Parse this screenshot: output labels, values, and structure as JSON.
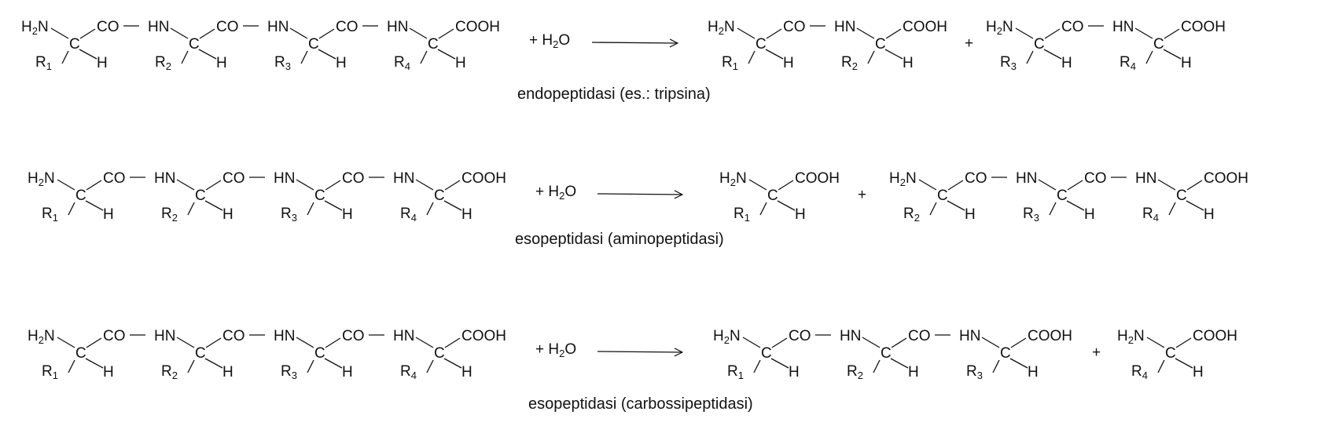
{
  "atoms": {
    "h": "H",
    "n": "N",
    "h2n_H": "H",
    "h2n_2": "2",
    "h2n_N": "N",
    "c": "C",
    "co": "CO",
    "hn": "HN",
    "cooh": "COOH",
    "r": "R"
  },
  "operators": {
    "plus": "+",
    "water_plus": "+ H",
    "water_2": "2",
    "water_O": "O"
  },
  "reactions": [
    {
      "caption": "endopeptidasi (es.: tripsina)",
      "substrate": [
        "1",
        "2",
        "3",
        "4"
      ],
      "products": [
        [
          "1",
          "2"
        ],
        [
          "3",
          "4"
        ]
      ]
    },
    {
      "caption": "esopeptidasi (aminopeptidasi)",
      "substrate": [
        "1",
        "2",
        "3",
        "4"
      ],
      "products": [
        [
          "1"
        ],
        [
          "2",
          "3",
          "4"
        ]
      ]
    },
    {
      "caption": "esopeptidasi (carbossipeptidasi)",
      "substrate": [
        "1",
        "2",
        "3",
        "4"
      ],
      "products": [
        [
          "1",
          "2",
          "3"
        ],
        [
          "4"
        ]
      ]
    }
  ]
}
